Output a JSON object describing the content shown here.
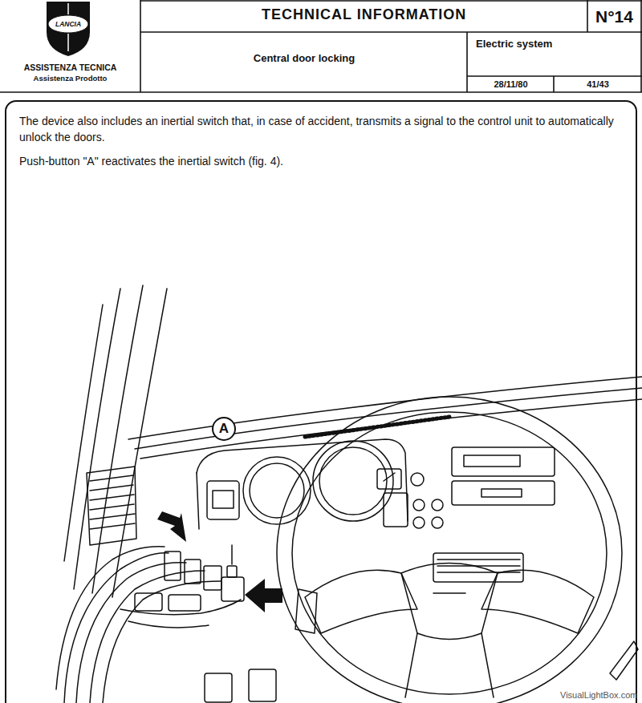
{
  "diagram": {
    "title": "TECHNICAL INFORMATION",
    "nodes": [
      {
        "text": [
          "ASSISTENZA TECNICA",
          "Assistenza Prodotto"
        ]
      },
      {
        "text": [
          "N°14"
        ]
      },
      {
        "text": [
          "Electric system"
        ]
      },
      {
        "text": [
          "Central door locking"
        ]
      },
      {
        "text": [
          "28/11/80"
        ]
      },
      {
        "text": [
          "41/43"
        ]
      },
      {
        "text": [
          "The device also includes an inertial switch that, in case of accident, transmits a signal to the control unit to automatically unlock the doors.",
          "Push-button \"A\" reactivates the inertial switch (fig. 4)."
        ]
      },
      {
        "text": [
          "A"
        ],
        "in": 6
      }
    ],
    "labels": [
      "LANCIA",
      "VisualLightBox.com"
    ]
  }
}
